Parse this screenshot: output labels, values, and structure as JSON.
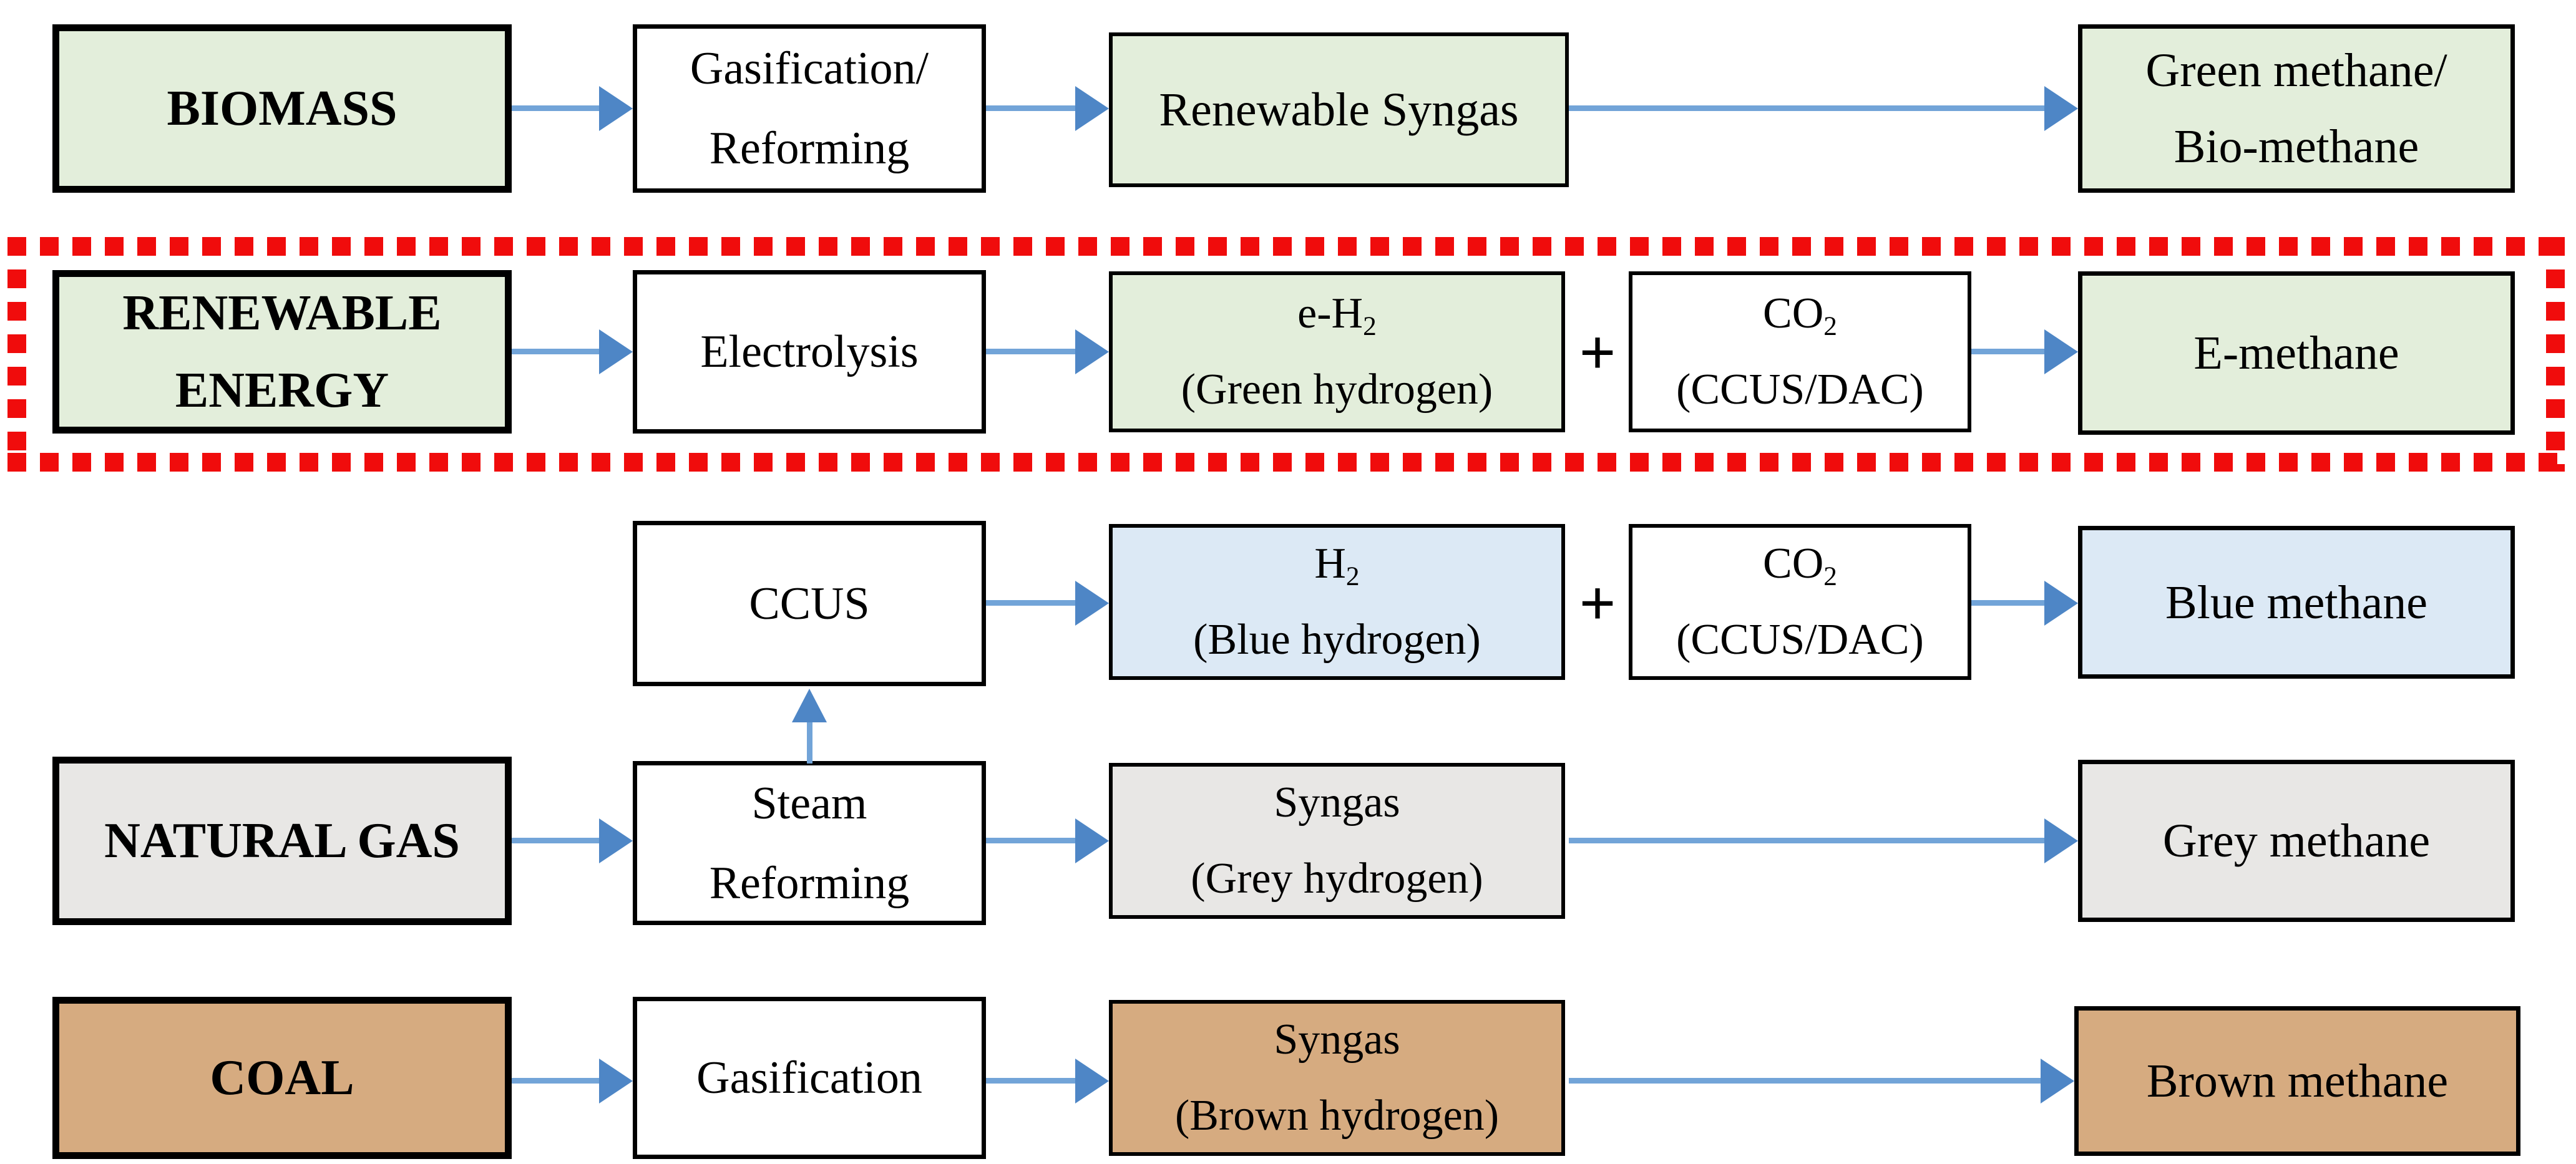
{
  "colors": {
    "green": "#E3EEDB",
    "blue": "#DCE9F5",
    "grey": "#E8E7E5",
    "tan": "#D6AB80",
    "white": "#FFFFFF",
    "red": "#F00C0C",
    "arrow_stem": "#72A4D8",
    "arrow_head": "#4E86C6"
  },
  "rows": {
    "biomass": {
      "source": "BIOMASS",
      "process_line1": "Gasification/",
      "process_line2": "Reforming",
      "product": "Renewable Syngas",
      "output_line1": "Green methane/",
      "output_line2": "Bio-methane"
    },
    "renewable": {
      "source_line1": "RENEWABLE",
      "source_line2": "ENERGY",
      "process": "Electrolysis",
      "hydrogen_main": "e-H",
      "hydrogen_sub": "2",
      "hydrogen_paren": "(Green hydrogen)",
      "plus": "+",
      "co2_main": "CO",
      "co2_sub": "2",
      "co2_paren": "(CCUS/DAC)",
      "output": "E-methane"
    },
    "blue": {
      "process": "CCUS",
      "hydrogen_main": "H",
      "hydrogen_sub": "2",
      "hydrogen_paren": "(Blue hydrogen)",
      "plus": "+",
      "co2_main": "CO",
      "co2_sub": "2",
      "co2_paren": "(CCUS/DAC)",
      "output": "Blue methane"
    },
    "natural_gas": {
      "source": "NATURAL GAS",
      "process_line1": "Steam",
      "process_line2": "Reforming",
      "product_line1": "Syngas",
      "product_paren": "(Grey hydrogen)",
      "output": "Grey methane"
    },
    "coal": {
      "source": "COAL",
      "process": "Gasification",
      "product_line1": "Syngas",
      "product_paren": "(Brown hydrogen)",
      "output": "Brown methane"
    }
  }
}
